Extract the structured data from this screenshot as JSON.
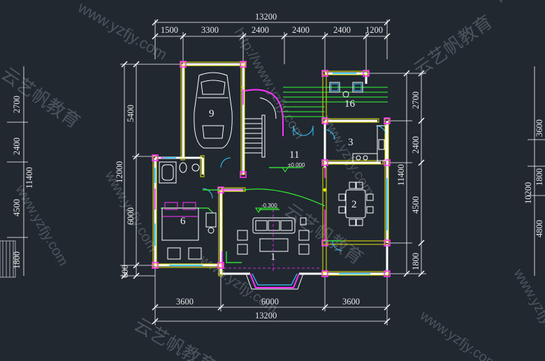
{
  "dimensions": {
    "top_total": "13200",
    "top_segments": [
      "1500",
      "3300",
      "2400",
      "2400",
      "2400",
      "1200"
    ],
    "bottom_segments": [
      "3600",
      "6000",
      "3600"
    ],
    "bottom_total": "13200",
    "left_segments": [
      "5400",
      "6000",
      "600"
    ],
    "left_total": "12000",
    "right_segments": [
      "2700",
      "2400",
      "4500",
      "1800"
    ],
    "right_total": "11400",
    "far_left_segments": [
      "2700",
      "2400",
      "4500",
      "1800"
    ],
    "far_left_total": "11400",
    "far_right_segments": [
      "3600",
      "1800",
      "4800"
    ],
    "far_right_total": "10200"
  },
  "rooms": [
    {
      "id": "garage",
      "label": "9"
    },
    {
      "id": "room-16",
      "label": "16"
    },
    {
      "id": "kitchen",
      "label": "3"
    },
    {
      "id": "hall",
      "label": "11"
    },
    {
      "id": "dining",
      "label": "2"
    },
    {
      "id": "bedroom",
      "label": "6"
    },
    {
      "id": "living",
      "label": "1"
    }
  ],
  "levels": {
    "hall": "±0.000",
    "living": "-0.300"
  },
  "watermark": {
    "url": "www.yzfjy.com",
    "url2": "http://www.yzfjy.com",
    "brand": "云艺帆教育"
  },
  "colors": {
    "background": "#212830",
    "wall": "#ffffff",
    "wall_outline": "#e6e600",
    "accent_magenta": "#ff33ff",
    "accent_green": "#33ff33",
    "accent_cyan": "#33c8ff",
    "dim_line": "#ffffff"
  }
}
